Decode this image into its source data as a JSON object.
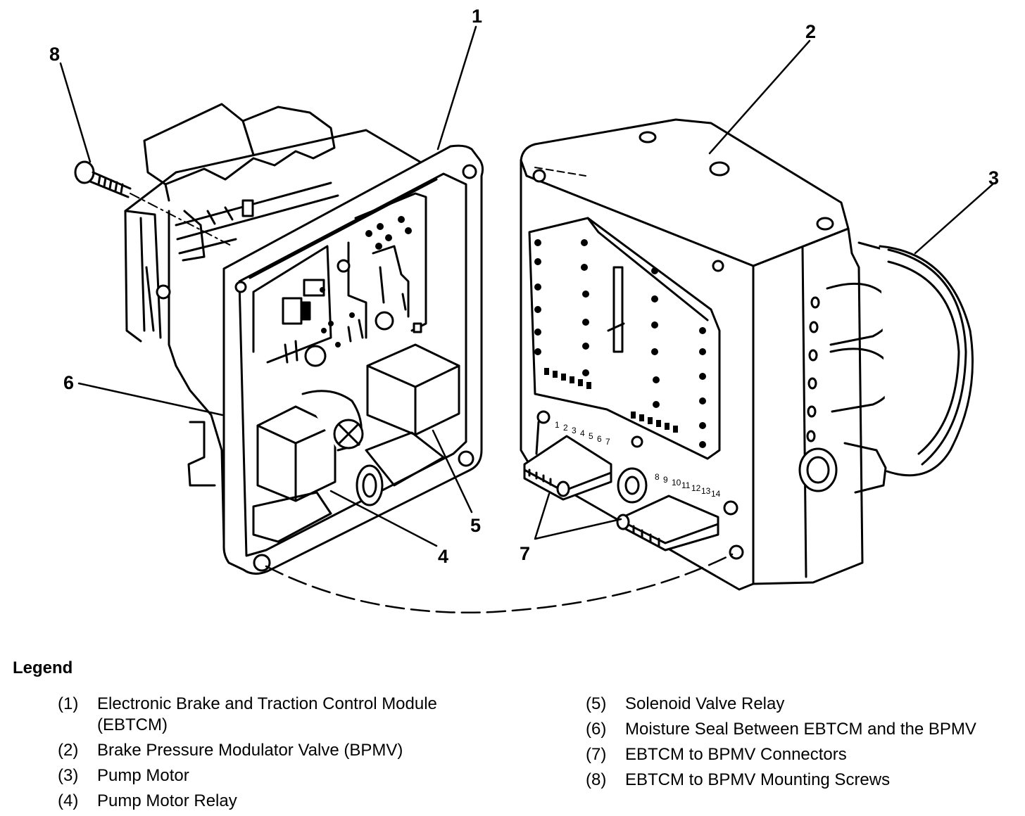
{
  "callouts": [
    "1",
    "2",
    "3",
    "4",
    "5",
    "6",
    "7",
    "8"
  ],
  "legend": {
    "title": "Legend",
    "left": [
      {
        "num": "(1)",
        "text": "Electronic Brake and Traction Control Module (EBTCM)"
      },
      {
        "num": "(2)",
        "text": "Brake Pressure Modulator Valve (BPMV)"
      },
      {
        "num": "(3)",
        "text": "Pump Motor"
      },
      {
        "num": "(4)",
        "text": "Pump Motor Relay"
      }
    ],
    "right": [
      {
        "num": "(5)",
        "text": "Solenoid Valve Relay"
      },
      {
        "num": "(6)",
        "text": "Moisture Seal Between EBTCM and the BPMV"
      },
      {
        "num": "(7)",
        "text": "EBTCM to BPMV Connectors"
      },
      {
        "num": "(8)",
        "text": "EBTCM to BPMV Mounting Screws"
      }
    ]
  },
  "connector_pins_a": [
    "1",
    "2",
    "3",
    "4",
    "5",
    "6",
    "7"
  ],
  "connector_pins_b": [
    "8",
    "9",
    "10",
    "11",
    "12",
    "13",
    "14"
  ]
}
